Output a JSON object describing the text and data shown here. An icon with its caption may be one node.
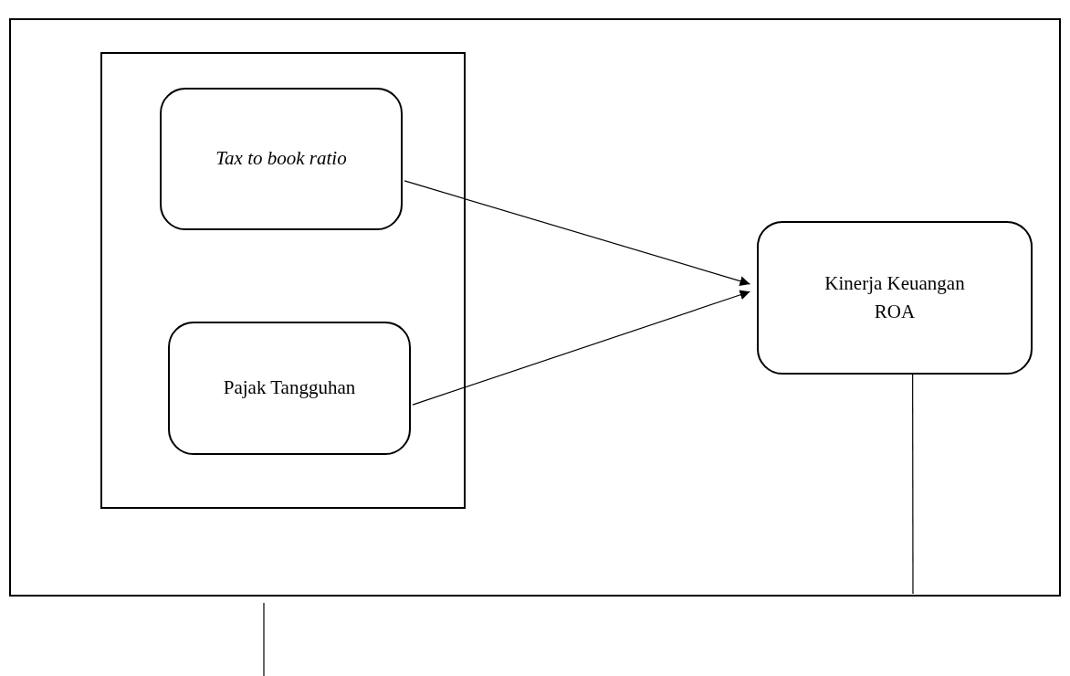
{
  "diagram": {
    "nodes": [
      {
        "text": [],
        "shape": "box"
      },
      {
        "text": [],
        "shape": "box",
        "in": 0
      },
      {
        "text": [
          "Tax to book ratio"
        ],
        "in": 1
      },
      {
        "text": [
          "Pajak Tangguhan"
        ],
        "in": 1
      },
      {
        "text": [
          "Kinerja Keuangan ROA"
        ],
        "in": 0
      }
    ],
    "edges": [
      {
        "from": 2,
        "to": 4,
        "arrow": "to"
      },
      {
        "from": 3,
        "to": 4,
        "arrow": "to"
      },
      {
        "from": 4,
        "to": null,
        "arrow": "none"
      }
    ]
  }
}
